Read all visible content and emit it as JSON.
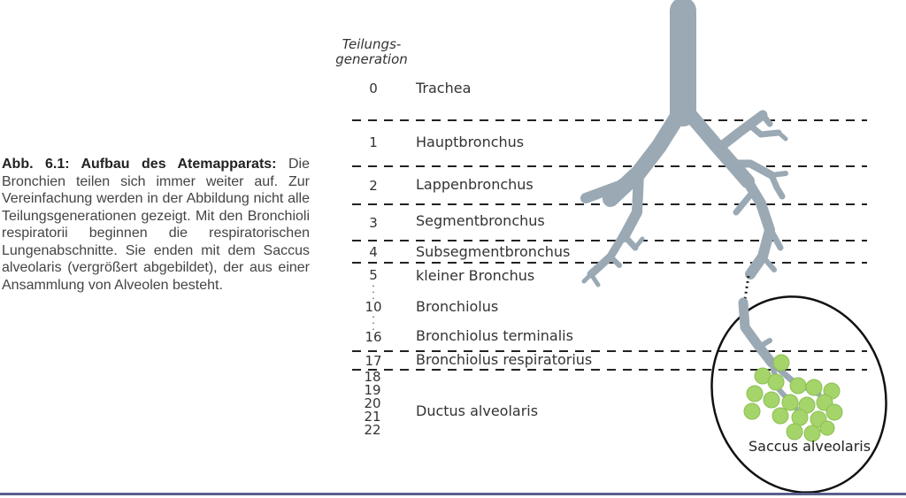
{
  "caption": {
    "title": "Abb. 6.1: Aufbau des Atemapparats:",
    "text": "Die Bronchien teilen sich immer weiter auf. Zur Vereinfachung werden in der Abbildung nicht alle Teilungsgenerationen gezeigt. Mit den Bronchioli respiratorii beginnen die respiratorischen Lungenabschnitte. Sie enden mit dem Saccus alveolaris (vergrößert abgebildet), der aus einer Ansammlung von Alveolen besteht."
  },
  "header": {
    "line1": "Teilungs-",
    "line2": "generation"
  },
  "rows": [
    {
      "gen": "0",
      "label": "Trachea"
    },
    {
      "gen": "1",
      "label": "Hauptbronchus"
    },
    {
      "gen": "2",
      "label": "Lappenbronchus"
    },
    {
      "gen": "3",
      "label": "Segmentbronchus"
    },
    {
      "gen": "4",
      "label": "Subsegmentbronchus"
    },
    {
      "gen": "5",
      "label": "kleiner Bronchus"
    },
    {
      "gen": "10",
      "label": "Bronchiolus"
    },
    {
      "gen": "16",
      "label": "Bronchiolus terminalis"
    },
    {
      "gen": "17",
      "label": "Bronchiolus respiratorius"
    }
  ],
  "duct_generations": [
    "18",
    "19",
    "20",
    "21",
    "22"
  ],
  "duct_label": "Ductus alveolaris",
  "sac_label": "Saccus alveolaris",
  "colors": {
    "airway": "#9aa9b3",
    "airway_outline": "#7d8c96",
    "alveoli": "#a5d46a",
    "alveoli_outline": "#8cbf52",
    "rule": "#5a5f8a"
  }
}
